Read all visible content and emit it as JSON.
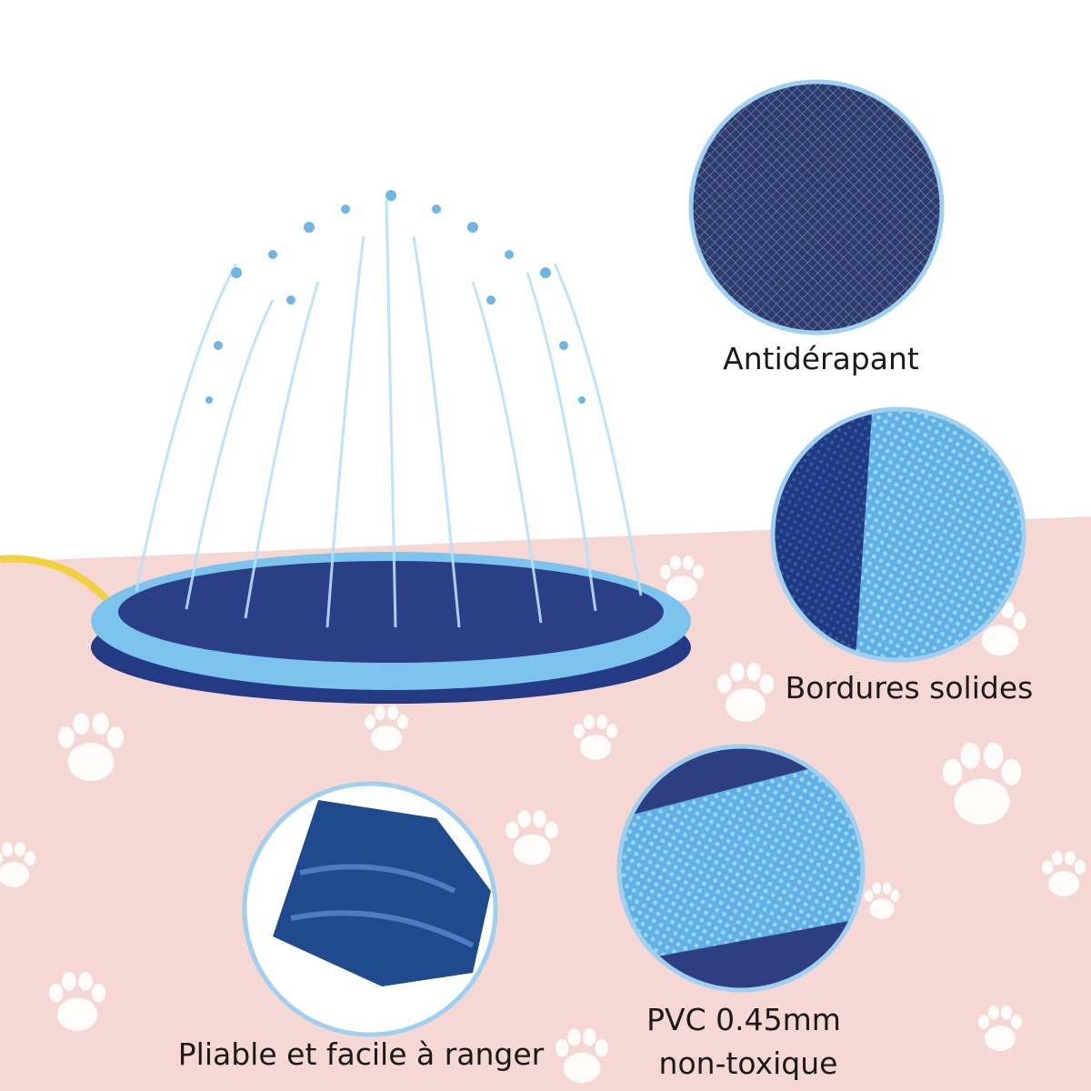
{
  "colors": {
    "background_top": "#ffffff",
    "background_pink": "#f5d8d4",
    "paw": "#ffffff",
    "pool_rim": "#7cc3ee",
    "pool_floor": "#2b3f86",
    "circle_border": "#9fd0f0",
    "hose": "#f2d23c"
  },
  "features": [
    {
      "label": "Antidérapant",
      "texture": "dark-mesh"
    },
    {
      "label": "Bordures solides",
      "texture": "rim-edge"
    },
    {
      "label": "PVC 0.45mm",
      "label2": "non-toxique",
      "texture": "light-blue-pvc"
    },
    {
      "label": "Pliable et facile à ranger",
      "texture": "folded-mat"
    }
  ]
}
